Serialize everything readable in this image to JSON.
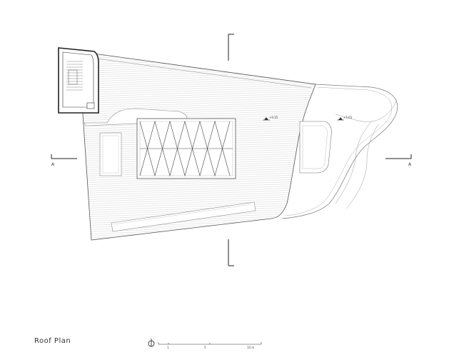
{
  "title": "Roof Plan",
  "section_cut": {
    "label_left": "A",
    "label_right": "A"
  },
  "levels": [
    {
      "text": "+9.35"
    },
    {
      "text": "+5.65"
    }
  ],
  "scale_bar": {
    "ticks": [
      "1",
      "5",
      "10 m"
    ]
  },
  "colors": {
    "line": "#444444",
    "hatch": "#d8d8d8",
    "light": "#9a9a9a"
  },
  "icons": [
    "north-arrow-icon",
    "level-marker-icon",
    "section-marker-icon"
  ]
}
